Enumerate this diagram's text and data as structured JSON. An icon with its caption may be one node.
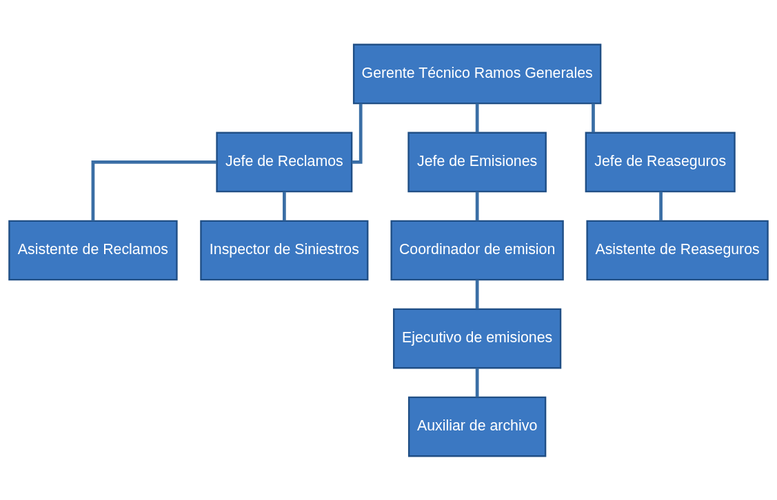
{
  "diagram": {
    "nodes": [
      {
        "text": [
          "Gerente Técnico Ramos Generales"
        ]
      },
      {
        "text": [
          "Jefe de Reclamos"
        ]
      },
      {
        "text": [
          "Jefe de Emisiones"
        ]
      },
      {
        "text": [
          "Jefe de Reaseguros"
        ]
      },
      {
        "text": [
          "Asistente de Reclamos"
        ]
      },
      {
        "text": [
          "Inspector de Siniestros"
        ]
      },
      {
        "text": [
          "Coordinador de emision"
        ]
      },
      {
        "text": [
          "Asistente de Reaseguros"
        ]
      },
      {
        "text": [
          "Ejecutivo de emisiones"
        ]
      },
      {
        "text": [
          "Auxiliar de archivo"
        ]
      }
    ],
    "edges": [
      {
        "from": 0,
        "to": 1,
        "arrow": "none"
      },
      {
        "from": 0,
        "to": 2,
        "arrow": "none"
      },
      {
        "from": 0,
        "to": 3,
        "arrow": "none"
      },
      {
        "from": 1,
        "to": 4,
        "arrow": "none"
      },
      {
        "from": 1,
        "to": 5,
        "arrow": "none"
      },
      {
        "from": 2,
        "to": 6,
        "arrow": "none"
      },
      {
        "from": 3,
        "to": 7,
        "arrow": "none"
      },
      {
        "from": 6,
        "to": 8,
        "arrow": "none"
      },
      {
        "from": 8,
        "to": 9,
        "arrow": "none"
      }
    ]
  }
}
